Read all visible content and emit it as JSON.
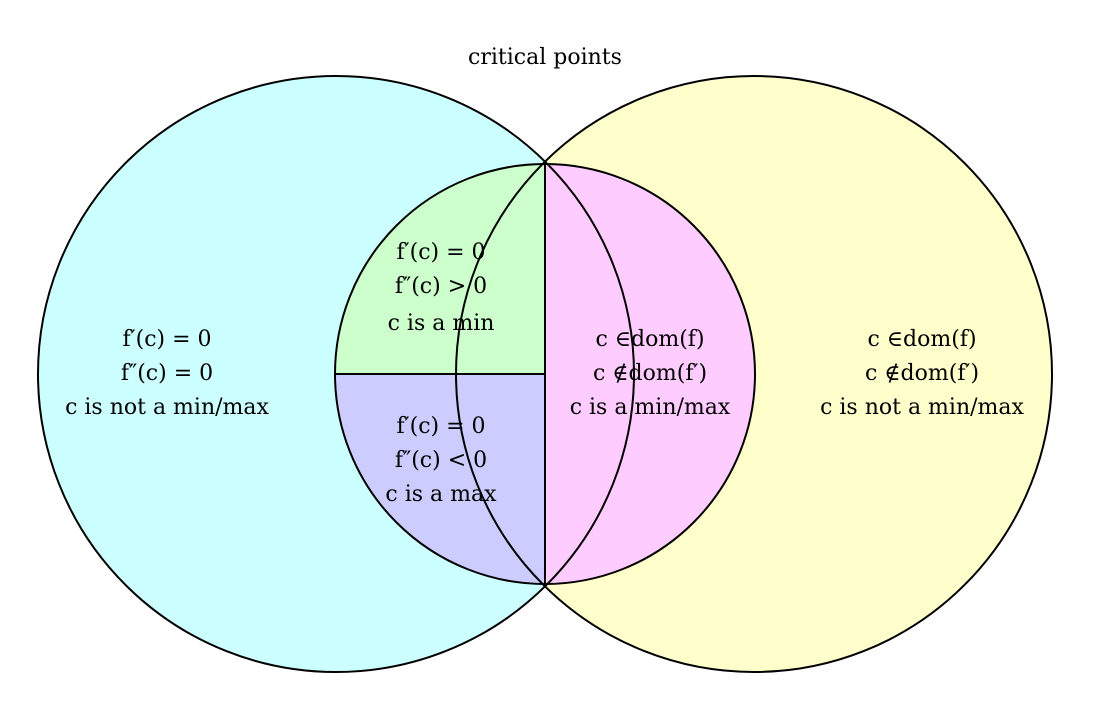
{
  "title": "critical points",
  "colors": {
    "left_circle": "#ccffff",
    "right_circle": "#ffffcc",
    "min_region": "#ccffcc",
    "max_region": "#ccccff",
    "domain_region": "#ffccff",
    "outline": "#000000"
  },
  "regions": {
    "left": {
      "line1": "f′(c) = 0",
      "line2": "f″(c) = 0",
      "line3": "c is not a min/max"
    },
    "right": {
      "line1": "c ∈dom(f)",
      "line2": "c ∉dom(f′)",
      "line3": "c is not a min/max"
    },
    "min": {
      "line1": "f′(c) = 0",
      "line2": "f″(c) > 0",
      "line3": "c is a min"
    },
    "max": {
      "line1": "f′(c) = 0",
      "line2": "f″(c) < 0",
      "line3": "c is a max"
    },
    "domain": {
      "line1": "c ∈dom(f)",
      "line2": "c ∉dom(f′)",
      "line3": "c is a min/max"
    }
  }
}
